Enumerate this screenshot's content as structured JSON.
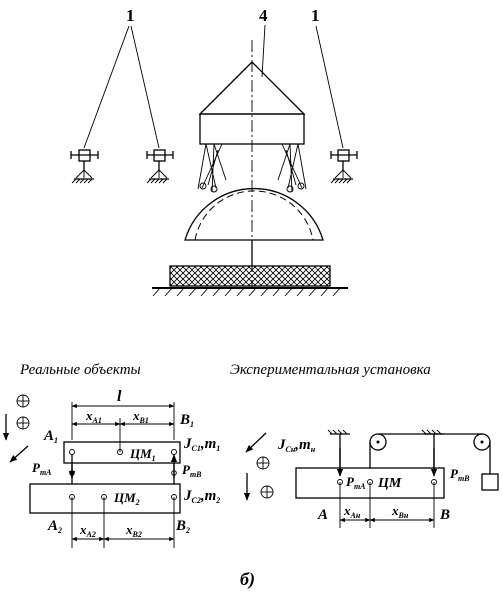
{
  "top": {
    "callout_1": "1",
    "callout_4": "4"
  },
  "left": {
    "title": "Реальные объекты",
    "l": "l",
    "xA1": "x",
    "xA1_sub": "A1",
    "xB1": "x",
    "xB1_sub": "B1",
    "A1": "A",
    "A1_sub": "1",
    "B1": "B",
    "B1_sub": "1",
    "cm1": "ЦМ",
    "cm1_sub": "1",
    "cm2": "ЦМ",
    "cm2_sub": "2",
    "JC1": "J",
    "JC1_sub": "C1",
    "m1": ",m",
    "m1_sub": "1",
    "JC2": "J",
    "JC2_sub": "C2",
    "m2": ",m",
    "m2_sub": "2",
    "PtA": "P",
    "PtA_sub": "тA",
    "PtB": "P",
    "PtB_sub": "тB",
    "A2": "A",
    "A2_sub": "2",
    "B2": "B",
    "B2_sub": "2",
    "xA2": "x",
    "xA2_sub": "A2",
    "xB2": "x",
    "xB2_sub": "B2"
  },
  "right": {
    "title": "Экспериментальная установка",
    "Jcn": "J",
    "Jcn_sub": "Cн",
    "mn": ",m",
    "mn_sub": "н",
    "cm": "ЦМ",
    "PtA": "P",
    "PtA_sub": "тA",
    "PtB": "P",
    "PtB_sub": "тB",
    "A": "A",
    "B": "B",
    "xAn": "x",
    "xAn_sub": "Aн",
    "xBn": "x",
    "xBn_sub": "Bн"
  },
  "caption": "б)"
}
